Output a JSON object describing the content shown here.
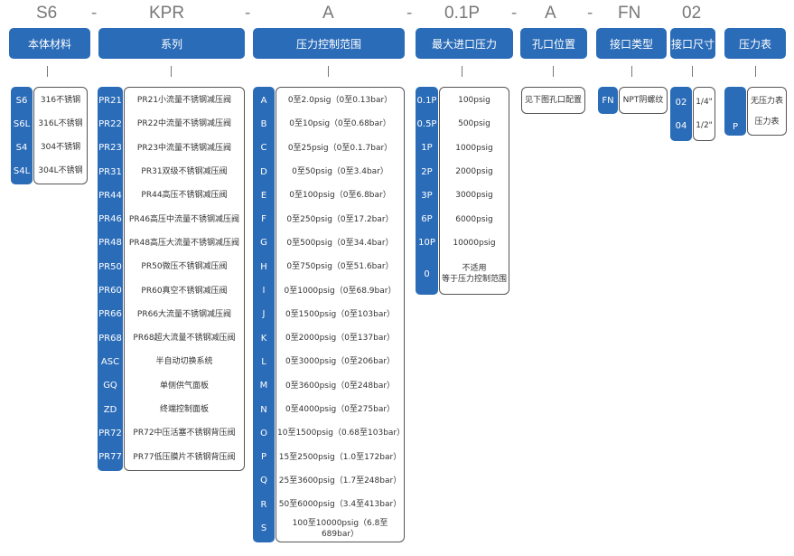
{
  "codes": [
    "S6",
    "KPR",
    "A",
    "0.1P",
    "A",
    "FN",
    "02"
  ],
  "dash": "-",
  "headers": [
    "本体材料",
    "系列",
    "压力控制范围",
    "最大进口压力",
    "孔口位置",
    "接口类型",
    "接口尺寸",
    "压力表"
  ],
  "material": [
    {
      "code": "S6",
      "desc": "316不锈钢"
    },
    {
      "code": "S6L",
      "desc": "316L不锈钢"
    },
    {
      "code": "S4",
      "desc": "304不锈钢"
    },
    {
      "code": "S4L",
      "desc": "304L不锈钢"
    }
  ],
  "series": [
    {
      "code": "PR21",
      "desc": "PR21小流量不锈钢减压阀"
    },
    {
      "code": "PR22",
      "desc": "PR22中流量不锈钢减压阀"
    },
    {
      "code": "PR23",
      "desc": "PR23中流量不锈钢减压阀"
    },
    {
      "code": "PR31",
      "desc": "PR31双级不锈钢减压阀"
    },
    {
      "code": "PR44",
      "desc": "PR44高压不锈钢减压阀"
    },
    {
      "code": "PR46",
      "desc": "PR46高压中流量不锈钢减压阀"
    },
    {
      "code": "PR48",
      "desc": "PR48高压大流量不锈钢减压阀"
    },
    {
      "code": "PR50",
      "desc": "PR50微压不锈钢减压阀"
    },
    {
      "code": "PR60",
      "desc": "PR60真空不锈钢减压阀"
    },
    {
      "code": "PR66",
      "desc": "PR66大流量不锈钢减压阀"
    },
    {
      "code": "PR68",
      "desc": "PR68超大流量不锈钢减压阀"
    },
    {
      "code": "ASC",
      "desc": "半自动切换系统"
    },
    {
      "code": "GQ",
      "desc": "单侧供气面板"
    },
    {
      "code": "ZD",
      "desc": "终端控制面板"
    },
    {
      "code": "PR72",
      "desc": "PR72中压活塞不锈钢背压阀"
    },
    {
      "code": "PR77",
      "desc": "PR77低压膜片不锈钢背压阀"
    }
  ],
  "pressure_range": [
    {
      "code": "A",
      "desc": "0至2.0psig（0至0.13bar）"
    },
    {
      "code": "B",
      "desc": "0至10psig（0至0.68bar）"
    },
    {
      "code": "C",
      "desc": "0至25psig（0至0.1.7bar）"
    },
    {
      "code": "D",
      "desc": "0至50psig（0至3.4bar）"
    },
    {
      "code": "E",
      "desc": "0至100psig（0至6.8bar）"
    },
    {
      "code": "F",
      "desc": "0至250psig（0至17.2bar）"
    },
    {
      "code": "G",
      "desc": "0至500psig（0至34.4bar）"
    },
    {
      "code": "H",
      "desc": "0至750psig（0至51.6bar）"
    },
    {
      "code": "I",
      "desc": "0至1000psig（0至68.9bar）"
    },
    {
      "code": "J",
      "desc": "0至1500psig（0至103bar）"
    },
    {
      "code": "K",
      "desc": "0至2000psig（0至137bar）"
    },
    {
      "code": "L",
      "desc": "0至3000psig（0至206bar）"
    },
    {
      "code": "M",
      "desc": "0至3600psig（0至248bar）"
    },
    {
      "code": "N",
      "desc": "0至4000psig（0至275bar）"
    },
    {
      "code": "O",
      "desc": "10至1500psig（0.68至103bar）"
    },
    {
      "code": "P",
      "desc": "15至2500psig（1.0至172bar）"
    },
    {
      "code": "Q",
      "desc": "25至3600psig（1.7至248bar）"
    },
    {
      "code": "R",
      "desc": "50至6000psig（3.4至413bar）"
    },
    {
      "code": "S",
      "desc": "100至10000psig（6.8至689bar）"
    }
  ],
  "max_inlet": [
    {
      "code": "0.1P",
      "desc": "100psig"
    },
    {
      "code": "0.5P",
      "desc": "500psig"
    },
    {
      "code": "1P",
      "desc": "1000psig"
    },
    {
      "code": "2P",
      "desc": "2000psig"
    },
    {
      "code": "3P",
      "desc": "3000psig"
    },
    {
      "code": "6P",
      "desc": "6000psig"
    },
    {
      "code": "10P",
      "desc": "10000psig"
    },
    {
      "code": "0",
      "desc": "不适用\n等于压力控制范围"
    }
  ],
  "port_position": {
    "desc": "见下图孔口配置"
  },
  "port_type": [
    {
      "code": "FN",
      "desc": "NPT阴螺纹"
    }
  ],
  "port_size": [
    {
      "code": "02",
      "desc": "1/4\""
    },
    {
      "code": "04",
      "desc": "1/2\""
    }
  ],
  "gauge": [
    {
      "code": "",
      "desc": "无压力表"
    },
    {
      "code": "P",
      "desc": "压力表"
    }
  ]
}
